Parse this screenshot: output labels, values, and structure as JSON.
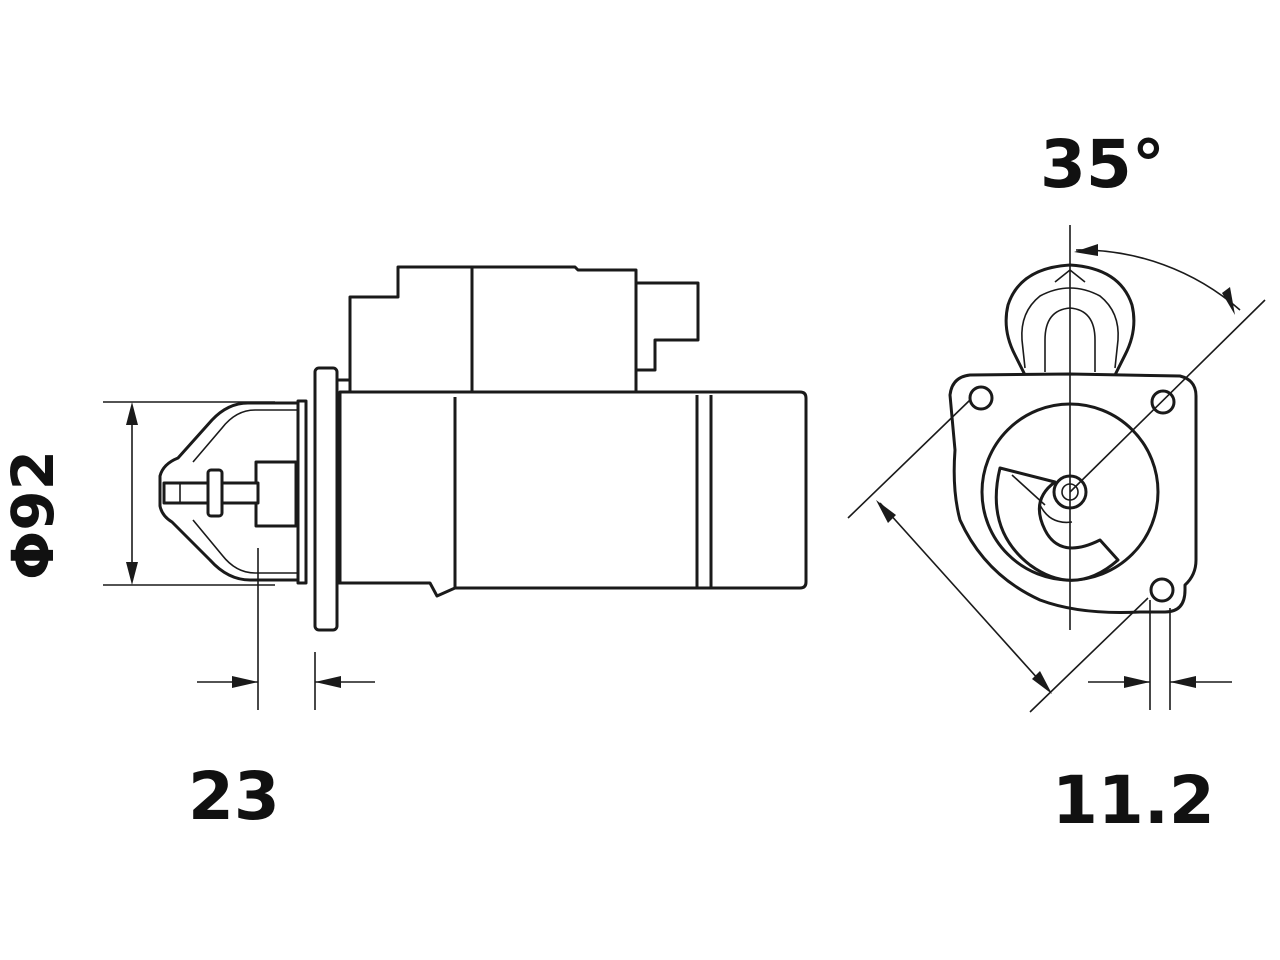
{
  "dimensions": {
    "diameter": "Φ92",
    "offset": "23",
    "angle": "35°",
    "hole": "11.2"
  },
  "views": [
    "side-view",
    "front-view"
  ]
}
